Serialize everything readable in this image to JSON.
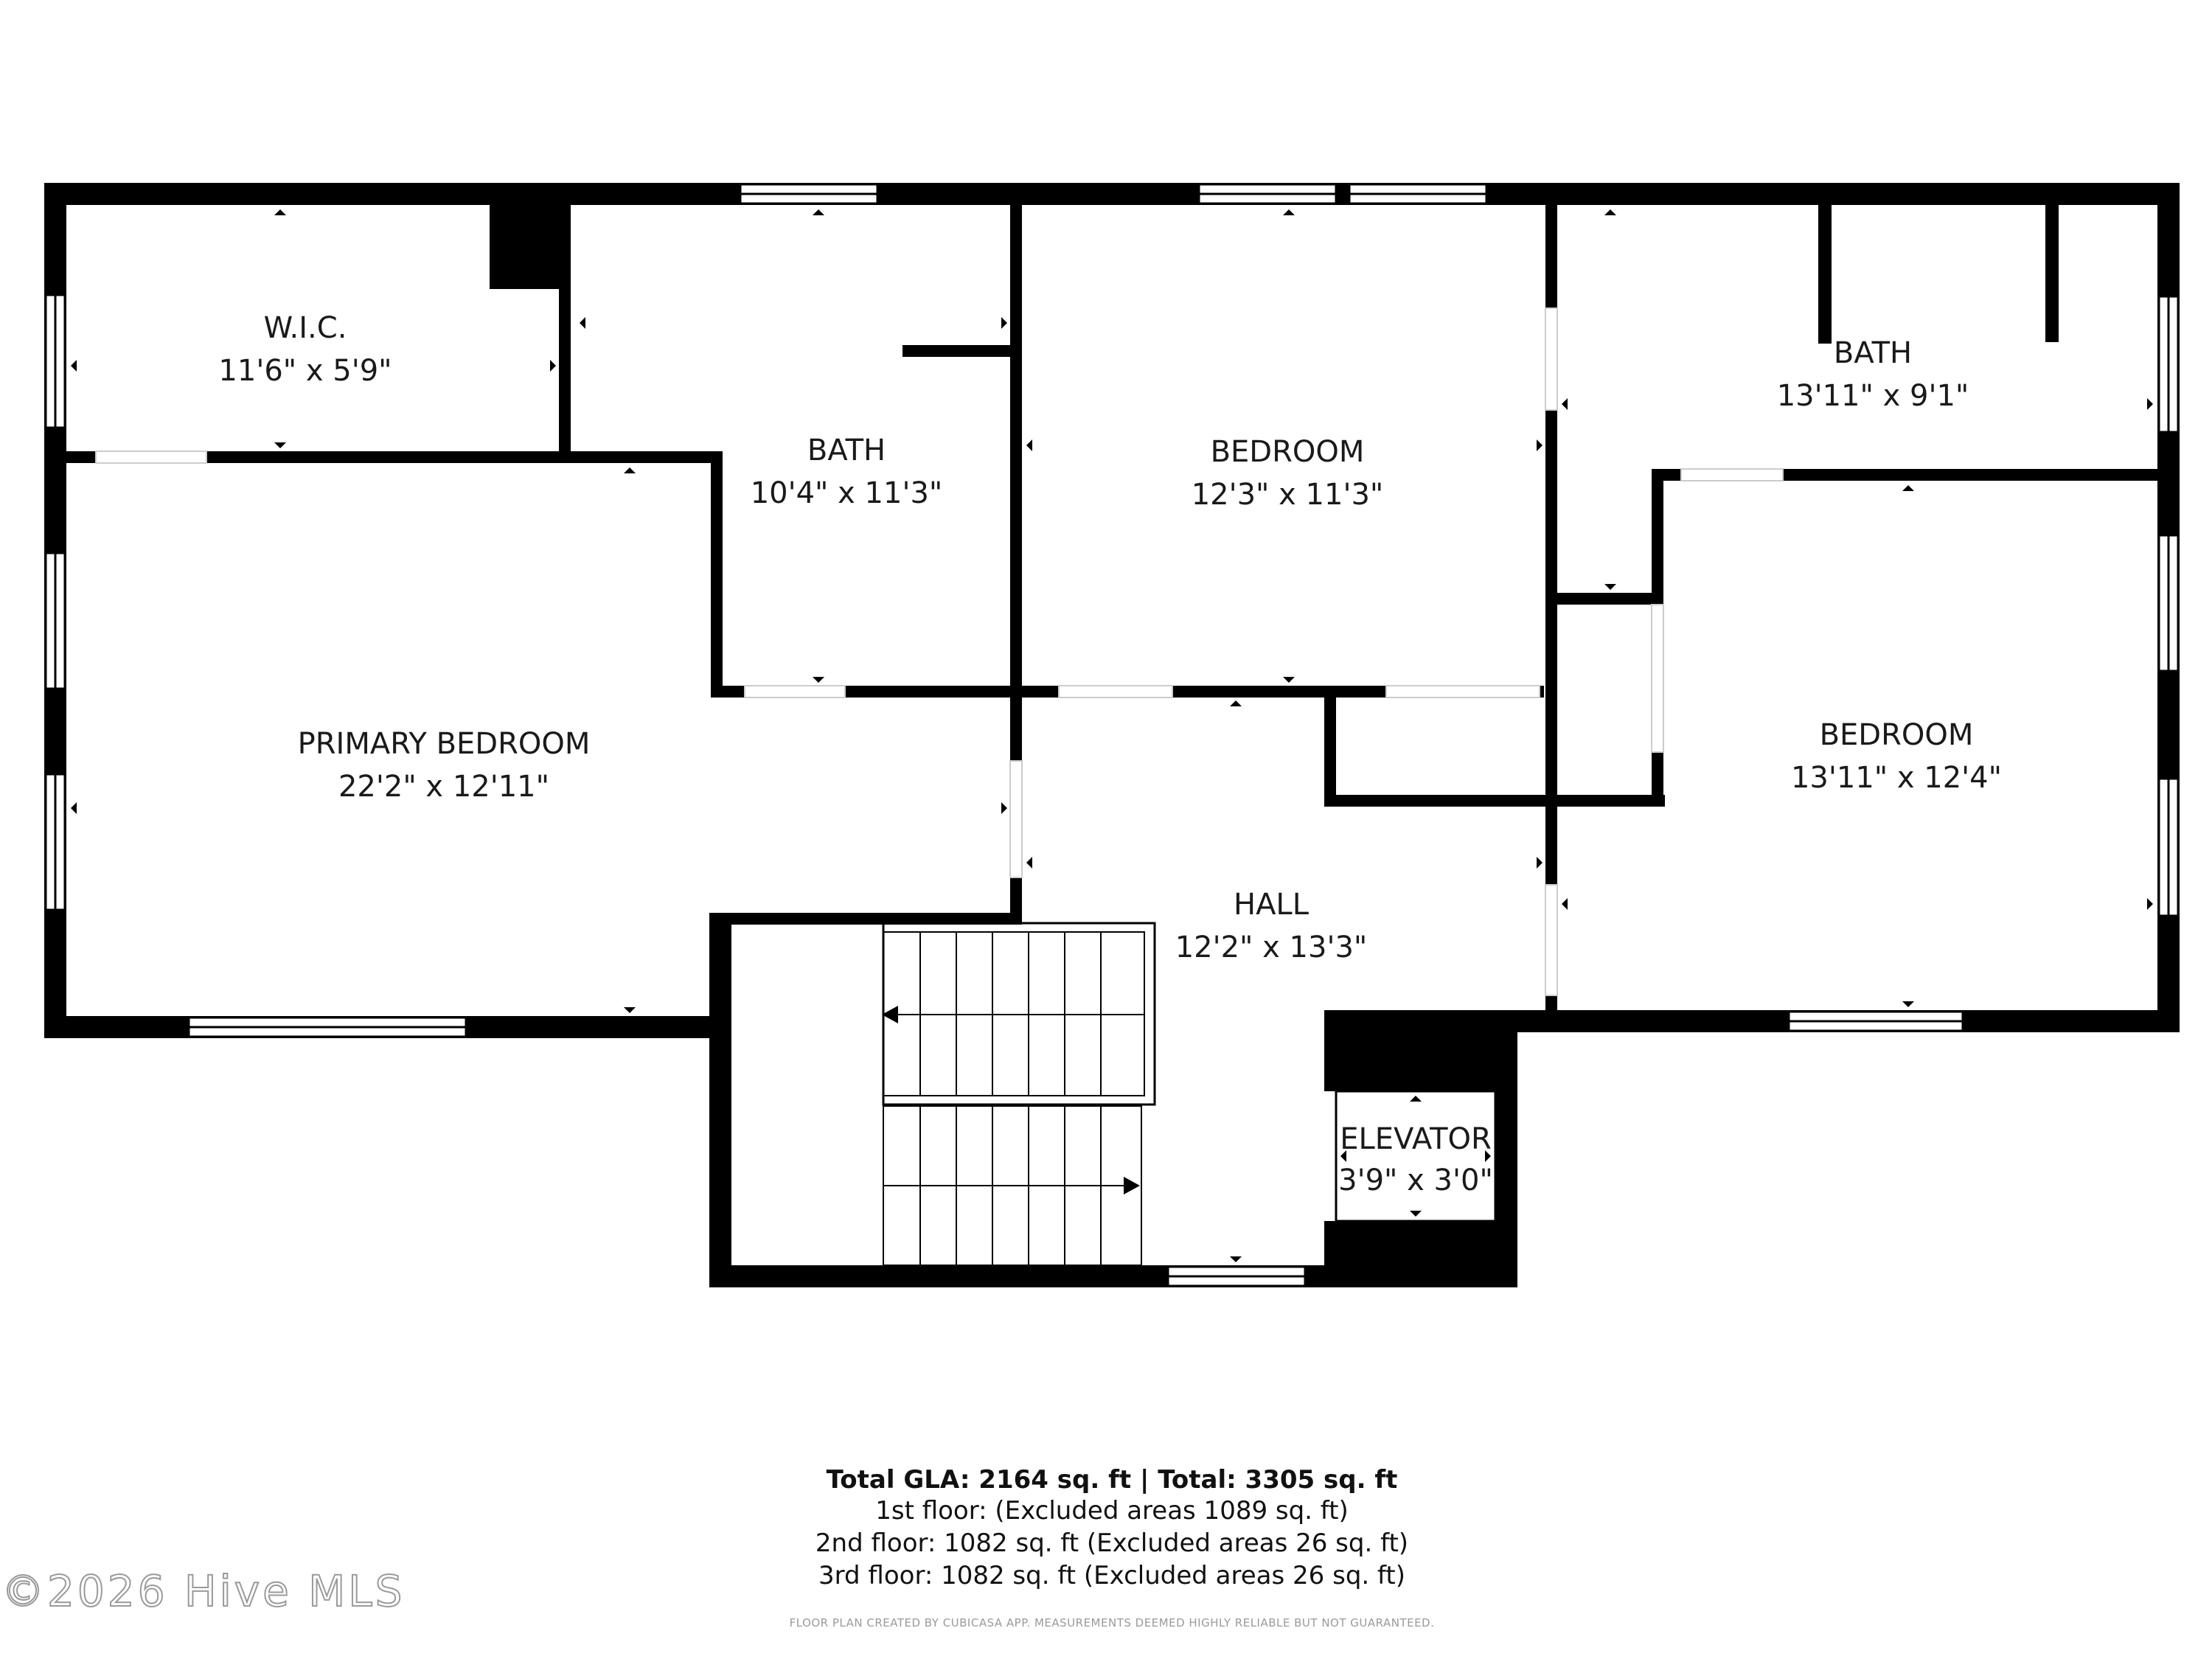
{
  "rooms": {
    "wic": {
      "name": "W.I.C.",
      "dim": "11'6\" x 5'9\""
    },
    "bath1": {
      "name": "BATH",
      "dim": "10'4\" x 11'3\""
    },
    "bedroom1": {
      "name": "BEDROOM",
      "dim": "12'3\" x 11'3\""
    },
    "bath2": {
      "name": "BATH",
      "dim": "13'11\" x 9'1\""
    },
    "primary": {
      "name": "PRIMARY BEDROOM",
      "dim": "22'2\" x 12'11\""
    },
    "bedroom2": {
      "name": "BEDROOM",
      "dim": "13'11\" x 12'4\""
    },
    "hall": {
      "name": "HALL",
      "dim": "12'2\" x 13'3\""
    },
    "elevator": {
      "name": "ELEVATOR",
      "dim": "3'9\" x 3'0\""
    }
  },
  "footer": {
    "totals": "Total GLA: 2164 sq. ft | Total: 3305 sq. ft",
    "floor1": "1st floor: (Excluded areas 1089 sq. ft)",
    "floor2": "2nd floor: 1082 sq. ft (Excluded areas 26 sq. ft)",
    "floor3": "3rd floor: 1082 sq. ft (Excluded areas 26 sq. ft)",
    "disclaimer": "FLOOR PLAN CREATED BY CUBICASA APP. MEASUREMENTS DEEMED HIGHLY RELIABLE BUT NOT GUARANTEED."
  },
  "watermark": "©2026 Hive MLS",
  "colors": {
    "wall": "#000000",
    "background": "#ffffff",
    "text": "#1a1a1a"
  }
}
